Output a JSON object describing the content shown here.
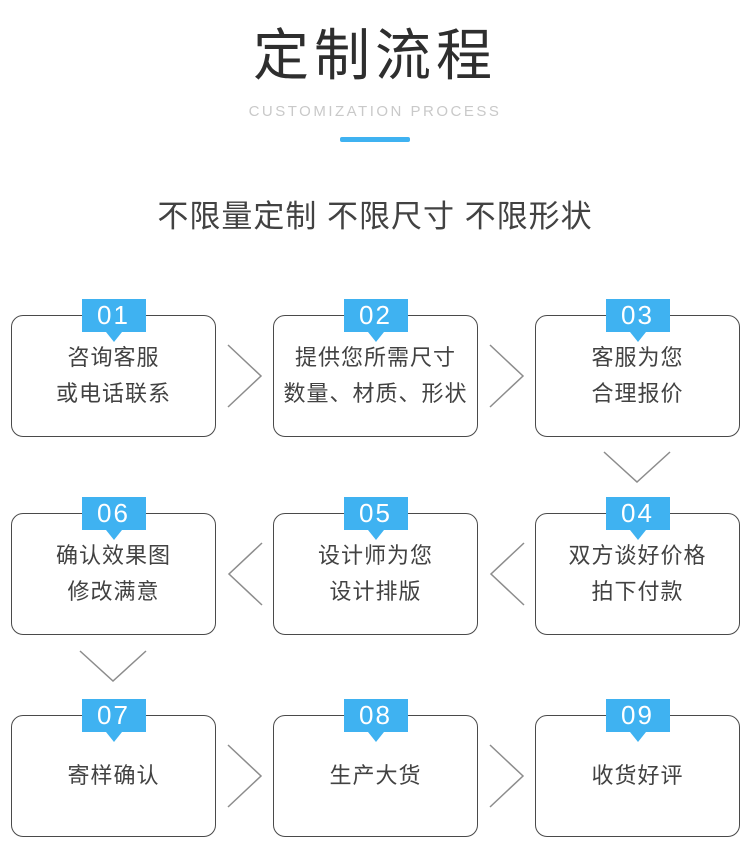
{
  "header": {
    "title": "定制流程",
    "subtitle": "CUSTOMIZATION PROCESS",
    "tagline": "不限量定制 不限尺寸 不限形状"
  },
  "colors": {
    "accent_blue": "#3FB2F1",
    "box_border": "#4A4A4A",
    "arrow_gray": "#8C8C8C",
    "title_dark": "#2E2E2E",
    "subtitle_gray": "#C9C9C9",
    "text_dark": "#424242"
  },
  "steps": [
    {
      "number": "01",
      "line1": "咨询客服",
      "line2": "或电话联系"
    },
    {
      "number": "02",
      "line1": "提供您所需尺寸",
      "line2": "数量、材质、形状"
    },
    {
      "number": "03",
      "line1": "客服为您",
      "line2": "合理报价"
    },
    {
      "number": "04",
      "line1": "双方谈好价格",
      "line2": "拍下付款"
    },
    {
      "number": "05",
      "line1": "设计师为您",
      "line2": "设计排版"
    },
    {
      "number": "06",
      "line1": "确认效果图",
      "line2": "修改满意"
    },
    {
      "number": "07",
      "line1": "寄样确认",
      "line2": ""
    },
    {
      "number": "08",
      "line1": "生产大货",
      "line2": ""
    },
    {
      "number": "09",
      "line1": "收货好评",
      "line2": ""
    }
  ]
}
